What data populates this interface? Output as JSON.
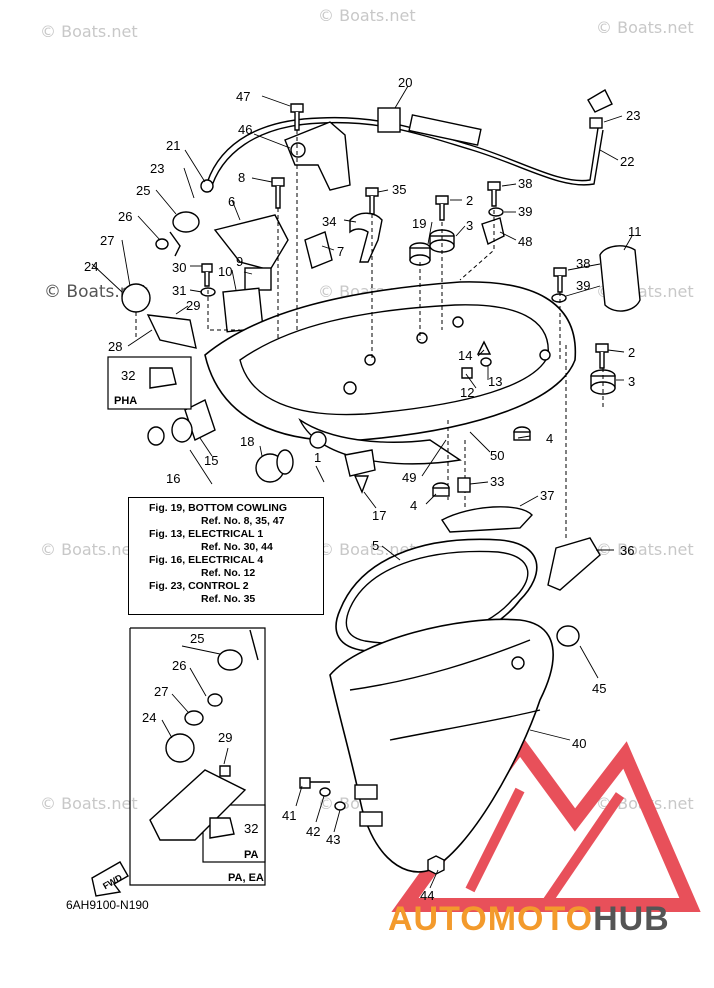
{
  "watermark": "© Boats.net",
  "part_numbers": [
    "1",
    "2",
    "3",
    "4",
    "5",
    "6",
    "7",
    "8",
    "9",
    "10",
    "11",
    "12",
    "13",
    "14",
    "15",
    "16",
    "17",
    "18",
    "19",
    "20",
    "21",
    "22",
    "23",
    "24",
    "25",
    "26",
    "27",
    "28",
    "29",
    "30",
    "31",
    "32",
    "33",
    "34",
    "35",
    "36",
    "37",
    "38",
    "39",
    "40",
    "41",
    "42",
    "43",
    "44",
    "45",
    "46",
    "47",
    "48",
    "49",
    "50"
  ],
  "inset_labels": {
    "pha": "PHA",
    "pa": "PA",
    "pa_ea": "PA, EA",
    "fwd": "FWD"
  },
  "reference_box": {
    "lines": [
      {
        "kind": "fig",
        "text": "Fig. 19, BOTTOM COWLING"
      },
      {
        "kind": "ref",
        "text": "Ref. No. 8, 35, 47"
      },
      {
        "kind": "fig",
        "text": "Fig. 13, ELECTRICAL 1"
      },
      {
        "kind": "ref",
        "text": "Ref. No. 30, 44"
      },
      {
        "kind": "fig",
        "text": "Fig. 16, ELECTRICAL 4"
      },
      {
        "kind": "ref",
        "text": "Ref. No. 12"
      },
      {
        "kind": "fig",
        "text": "Fig. 23, CONTROL 2"
      },
      {
        "kind": "ref",
        "text": "Ref. No. 35"
      }
    ]
  },
  "diagram_code": "6AH9100-N190",
  "brand": {
    "part1": "AUTOMOTO",
    "part2": "HUB",
    "accent_color": "#f39a2c",
    "dark_color": "#555555",
    "logo_red": "#e8505a"
  }
}
